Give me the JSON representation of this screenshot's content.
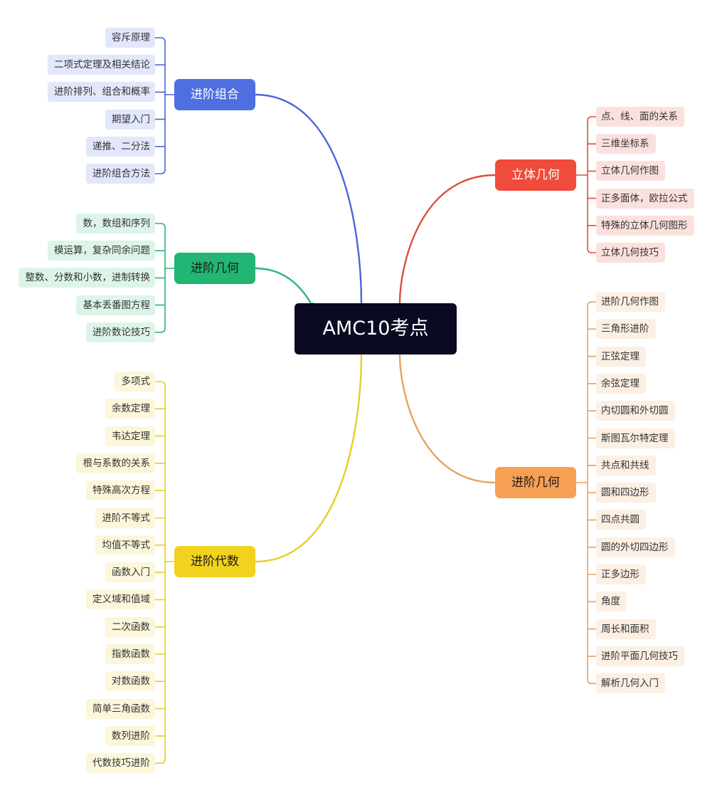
{
  "center": {
    "label": "AMC10考点"
  },
  "branches": [
    {
      "label": "进阶组合",
      "side": "left",
      "color": "#4a67d6",
      "fill": "#4f6fe0",
      "text_color": "#ffffff",
      "leaf_fill": "#e2e7fb",
      "leaves": [
        "容斥原理",
        "二项式定理及相关结论",
        "进阶排列、组合和概率",
        "期望入门",
        "递推、二分法",
        "进阶组合方法"
      ]
    },
    {
      "label": "进阶几何",
      "side": "left",
      "color": "#2fb378",
      "fill": "#22b573",
      "text_color": "#1a1a1a",
      "leaf_fill": "#ddf5e9",
      "leaves": [
        "数，数组和序列",
        "模运算，复杂同余问题",
        "整数、分数和小数，进制转换",
        "基本丢番图方程",
        "进阶数论技巧"
      ]
    },
    {
      "label": "进阶代数",
      "side": "left",
      "color": "#e8cd2a",
      "fill": "#f1d21e",
      "text_color": "#1a1a1a",
      "leaf_fill": "#fcf6da",
      "leaves": [
        "多项式",
        "余数定理",
        "韦达定理",
        "根与系数的关系",
        "特殊高次方程",
        "进阶不等式",
        "均值不等式",
        "函数入门",
        "定义域和值域",
        "二次函数",
        "指数函数",
        "对数函数",
        "简单三角函数",
        "数列进阶",
        "代数技巧进阶"
      ]
    },
    {
      "label": "立体几何",
      "side": "right",
      "color": "#de4d42",
      "fill": "#f04b3c",
      "text_color": "#ffffff",
      "leaf_fill": "#fbe1de",
      "leaves": [
        "点、线、面的关系",
        "三维坐标系",
        "立体几何作图",
        "正多面体，欧拉公式",
        "特殊的立体几何图形",
        "立体几何技巧"
      ]
    },
    {
      "label": "进阶几何",
      "side": "right",
      "color": "#e9a15e",
      "fill": "#f6a053",
      "text_color": "#1a1a1a",
      "leaf_fill": "#fcefe4",
      "leaves": [
        "进阶几何作图",
        "三角形进阶",
        "正弦定理",
        "余弦定理",
        "内切圆和外切圆",
        "斯图瓦尔特定理",
        "共点和共线",
        "圆和四边形",
        "四点共圆",
        "圆的外切四边形",
        "正多边形",
        "角度",
        "周长和面积",
        "进阶平面几何技巧",
        "解析几何入门"
      ]
    }
  ]
}
